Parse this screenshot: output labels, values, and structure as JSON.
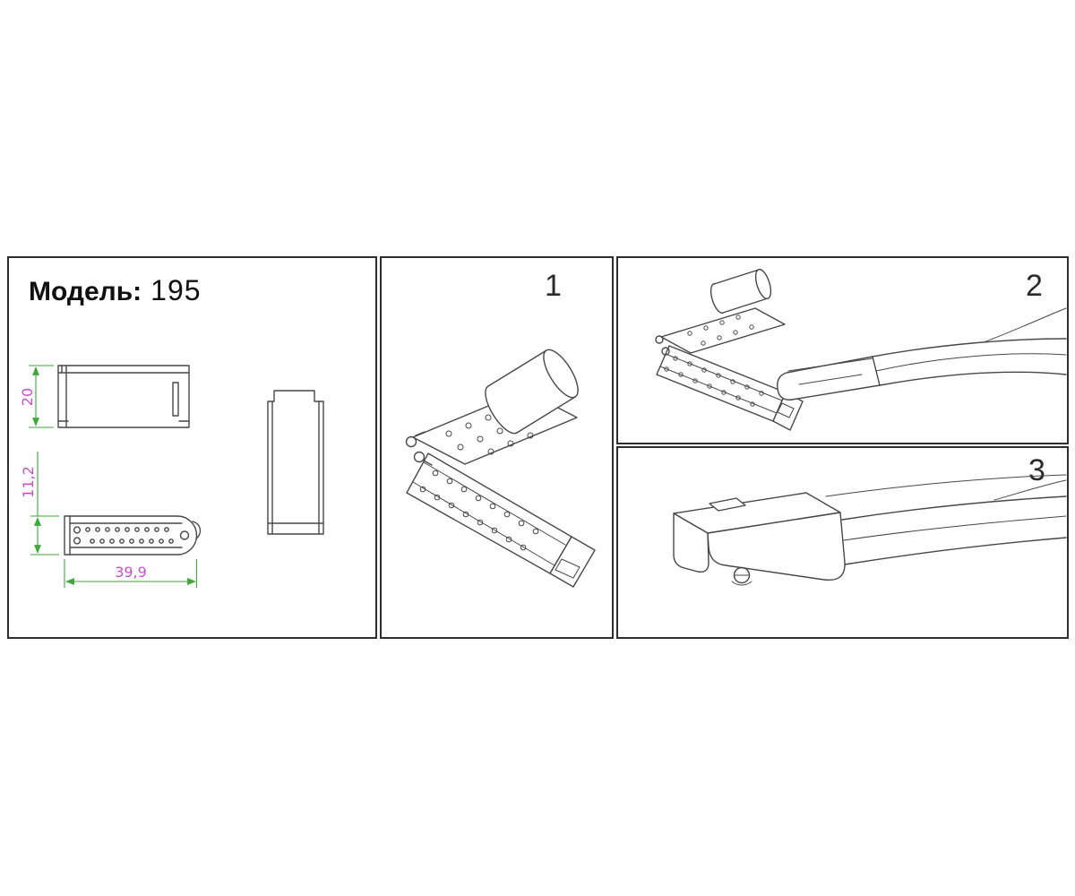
{
  "document": {
    "type": "product-instruction-diagram",
    "background": "#ffffff"
  },
  "model": {
    "label": "Модель:",
    "value": "195"
  },
  "dimensions": {
    "front_height": "20",
    "profile_height": "11,2",
    "width": "39,9"
  },
  "steps": [
    {
      "number": "1"
    },
    {
      "number": "2"
    },
    {
      "number": "3"
    }
  ],
  "colors": {
    "panel_border": "#2e2e2e",
    "line_art": "#474747",
    "dimension_line": "#3caa3a",
    "dimension_text": "#c94fc9",
    "label_text": "#101010"
  }
}
